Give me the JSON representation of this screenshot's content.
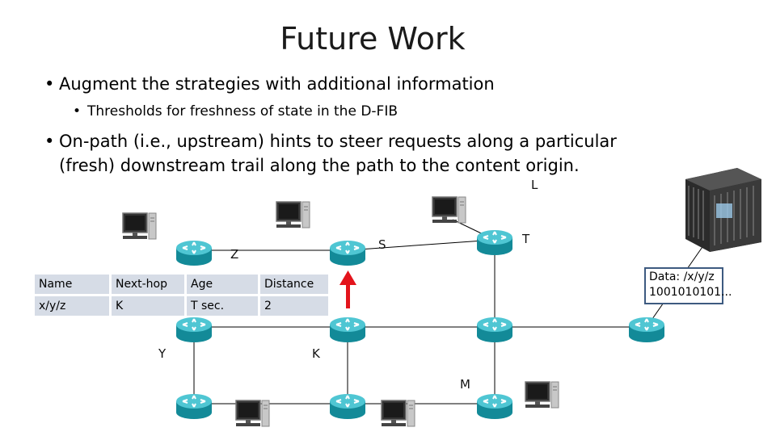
{
  "slide": {
    "title": "Future Work",
    "bullets": [
      {
        "text": "Augment the strategies with additional information",
        "level": 1
      },
      {
        "text": "Thresholds for freshness of state in the D-FIB",
        "level": 2
      },
      {
        "text_line1": "On-path (i.e., upstream) hints to steer requests along a particular",
        "text_line2": "(fresh) downstream trail along the path to the content origin.",
        "level": 1
      }
    ],
    "bullet_glyph": "•"
  },
  "diagram": {
    "node_labels": {
      "L": "L",
      "S": "S",
      "T": "T",
      "Z": "Z",
      "Y": "Y",
      "K": "K",
      "M": "M"
    },
    "fib_table": {
      "headers": [
        "Name",
        "Next-hop",
        "Age",
        "Distance"
      ],
      "rows": [
        [
          "x/y/z",
          "K",
          "T sec.",
          "2"
        ]
      ]
    },
    "data_box": {
      "line1": "Data: /x/y/z",
      "line2": "1001010101..."
    },
    "colors": {
      "router_fill": "#1aa5b5",
      "router_top": "#4fc6d3",
      "table_cell": "#d6dce6",
      "arrow": "#e3141c",
      "link": "#000000",
      "box_border": "#3d5a80"
    },
    "icons": [
      "router-icon",
      "desktop-computer-icon",
      "server-rack-icon",
      "up-arrow-icon"
    ]
  }
}
